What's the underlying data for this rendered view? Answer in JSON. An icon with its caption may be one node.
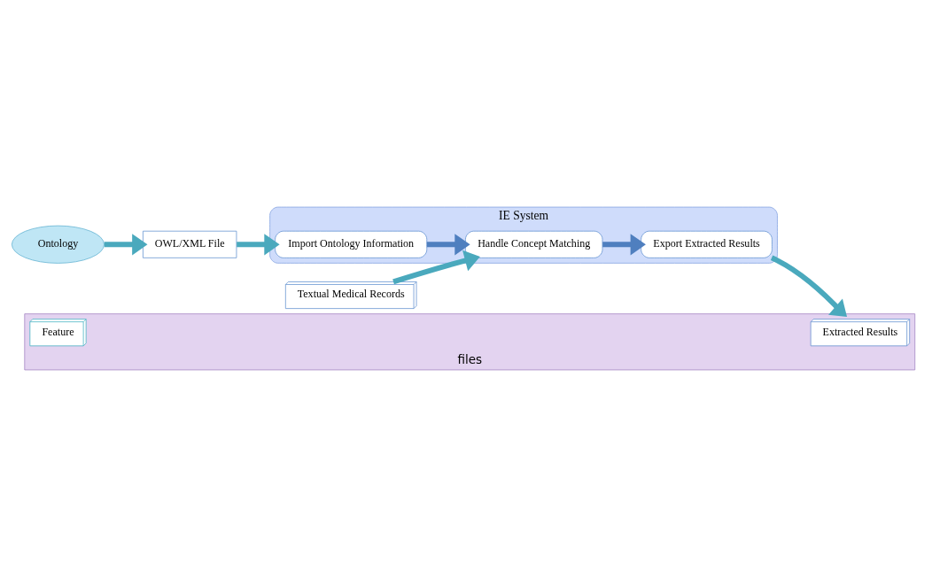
{
  "diagram": {
    "nodes": [
      {
        "text": [
          "Ontology"
        ]
      },
      {
        "text": [
          "OWL/XML File"
        ]
      },
      {
        "text": [
          "IE System"
        ]
      },
      {
        "text": [
          "Import Ontology Information"
        ],
        "in": 2
      },
      {
        "text": [
          "Handle Concept Matching"
        ],
        "in": 2
      },
      {
        "text": [
          "Export Extracted Results"
        ],
        "in": 2
      },
      {
        "text": [
          "Textual Medical Records"
        ]
      },
      {
        "text": [
          "files"
        ]
      },
      {
        "text": [
          "Extracted Results"
        ],
        "in": 7
      },
      {
        "text": [
          "Feature"
        ],
        "in": 7
      }
    ],
    "edges": [
      {
        "from": 0,
        "to": 1,
        "arrow": "to"
      },
      {
        "from": 1,
        "to": 3,
        "arrow": "to"
      },
      {
        "from": 3,
        "to": 4,
        "arrow": "to",
        "color": "#4f7fbf"
      },
      {
        "from": 6,
        "to": 4,
        "arrow": "to"
      },
      {
        "from": 4,
        "to": 5,
        "arrow": "to",
        "color": "#4f7fbf"
      },
      {
        "from": 5,
        "to": 7,
        "arrow": "to"
      }
    ]
  }
}
